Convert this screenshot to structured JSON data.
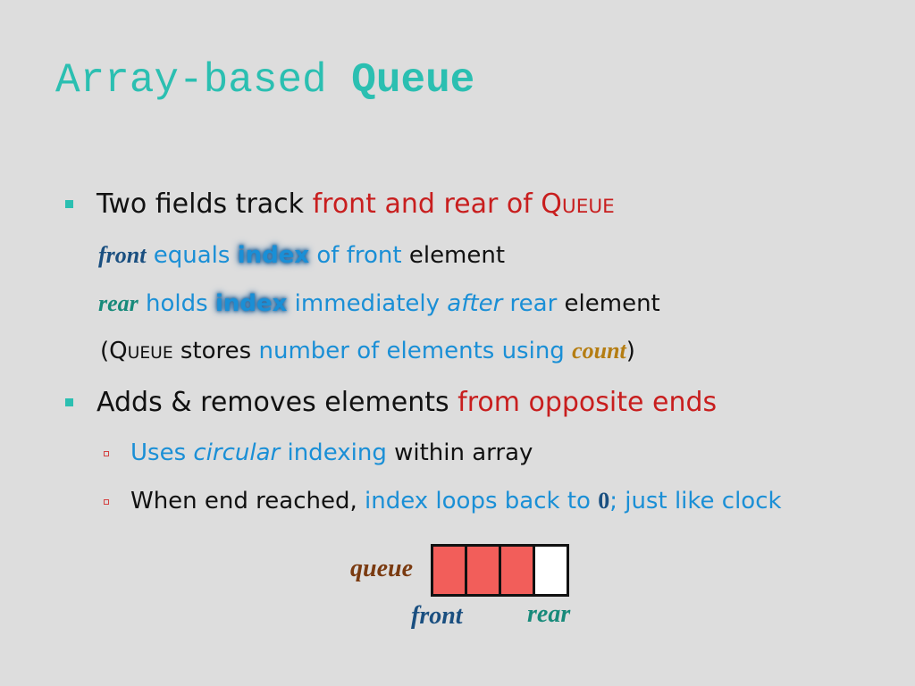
{
  "title": {
    "prefix": "Array-based ",
    "code": "Queue"
  },
  "bullets": [
    {
      "parts": [
        "Two fields track ",
        "front and rear of ",
        "Q",
        "UEUE"
      ]
    },
    {
      "parts": [
        "Adds & removes elements ",
        "from opposite ends"
      ]
    }
  ],
  "lines": {
    "front_line": [
      "front",
      " equals ",
      "index",
      " of front ",
      "element"
    ],
    "rear_line": [
      "rear",
      " holds ",
      "index",
      " immediately ",
      "after",
      " rear ",
      "element"
    ],
    "count_line": [
      "(",
      "Q",
      "UEUE",
      " stores ",
      "number of elements using ",
      "count",
      ")"
    ]
  },
  "sub_bullets": [
    [
      "Uses ",
      "circular",
      " indexing",
      " within array"
    ],
    [
      "When end reached, ",
      "index loops back to ",
      "0",
      ";",
      " just like clock"
    ]
  ],
  "diagram": {
    "queue_label": "queue",
    "front_label": "front",
    "rear_label": "rear",
    "cells": [
      {
        "filled": true
      },
      {
        "filled": true
      },
      {
        "filled": true
      },
      {
        "filled": false
      }
    ]
  },
  "colors": {
    "background": "#dddddd",
    "title": "#2bbfb1",
    "red_text": "#c81e1e",
    "blue_text": "#1a8fd6",
    "filled_cell": "#f25e5a",
    "empty_cell": "#ffffff"
  }
}
